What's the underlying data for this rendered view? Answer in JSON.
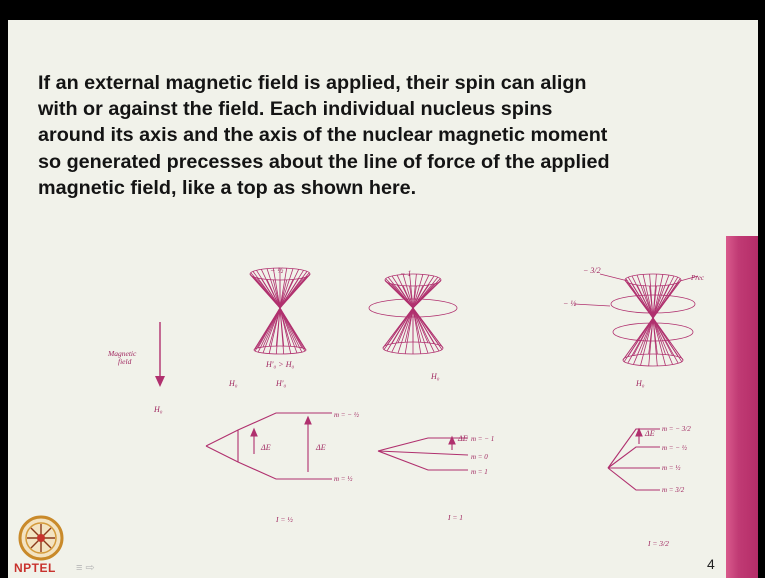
{
  "slide": {
    "paragraph_lines": [
      "If an external magnetic field is applied, their spin can align",
      "with or against the field.  Each individual nucleus spins",
      "around its axis and the axis of the nuclear magnetic moment",
      "so generated precesses about the line of force of the applied",
      "magnetic field, like a top as shown here."
    ],
    "page_number": "4",
    "logo_text": "NPTEL",
    "logo_trail": "≡ ⇨"
  },
  "figure": {
    "magnetic_field_label_1": "Magnetic",
    "magnetic_field_label_2": "field",
    "h0": "H₀",
    "h0_prime_relation": "H′₀ > H₀",
    "h0_prime": "H′₀",
    "cone1_label": "− ½",
    "cone2_label": "− 1",
    "cone3_label_a": "− 3/2",
    "cone3_label_b": "− ½",
    "precession_label": "Prec",
    "delta_e": "ΔE",
    "half_spin": {
      "levels": [
        "m = − ½",
        "m = ½"
      ],
      "spin": "I = ½"
    },
    "spin_one": {
      "levels": [
        "m = − 1",
        "m = 0",
        "m = 1"
      ],
      "spin": "I = 1"
    },
    "spin_three_half": {
      "levels": [
        "m = − 3/2",
        "m = − ½",
        "m = ½",
        "m = 3/2"
      ],
      "spin": "I = 3/2"
    }
  },
  "colors": {
    "ink": "#b0306e",
    "stripe": "#c03a74",
    "background": "#f1f2ea"
  }
}
